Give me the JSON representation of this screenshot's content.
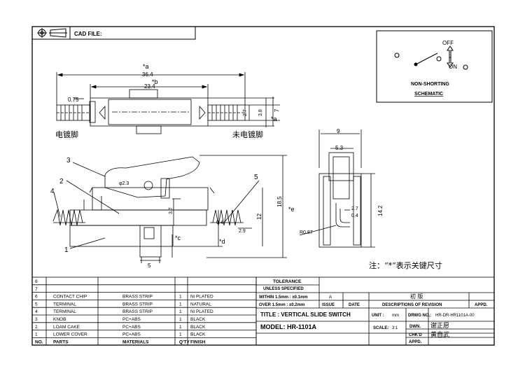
{
  "header": {
    "cad_label": "CAD FILE:"
  },
  "schematic": {
    "off": "OFF",
    "on": "ON",
    "title1": "NON-SHORTING",
    "title2": "SCHEMATIC"
  },
  "dims": {
    "a": "*a",
    "len_total": "36.4",
    "b": "*b",
    "len_b": "23.4",
    "pin": "0.75",
    "h27": "2.7",
    "h38": "3.8",
    "h7": "7",
    "a_side": "*a",
    "w9": "9",
    "w53": "5.3",
    "h142": "14.2",
    "h27b": "2.7",
    "h04": "0.4",
    "r087": "R0.87",
    "d23": "φ2.3",
    "h37": "3.7",
    "h185": "18.5",
    "h12": "12",
    "h04b": "0.4",
    "w29": "2.9",
    "w5": "5",
    "c": "*c",
    "d": "*d",
    "e": "*e"
  },
  "labels": {
    "plated_pin": "电镀脚",
    "unplated_pin": "未电镀脚",
    "note": "注：“*”表示关键尺寸"
  },
  "callouts": [
    "1",
    "2",
    "3",
    "4",
    "5"
  ],
  "bom": {
    "rows": [
      {
        "no": "8",
        "part": "",
        "material": "",
        "qty": "",
        "finish": ""
      },
      {
        "no": "7",
        "part": "",
        "material": "",
        "qty": "",
        "finish": ""
      },
      {
        "no": "6",
        "part": "CONTACT CHIP",
        "material": "BRASS STRIP",
        "qty": "1",
        "finish": "Ni PLATED"
      },
      {
        "no": "5",
        "part": "TERMINAL",
        "material": "BRASS STRIP",
        "qty": "1",
        "finish": "NATURAL"
      },
      {
        "no": "4",
        "part": "TERMINAL",
        "material": "BRASS STRIP",
        "qty": "1",
        "finish": "Ni PLATED"
      },
      {
        "no": "3",
        "part": "KNOB",
        "material": "PC+ABS",
        "qty": "1",
        "finish": "BLACK"
      },
      {
        "no": "2",
        "part": "LOAM CAKE",
        "material": "PC+ABS",
        "qty": "1",
        "finish": "BLACK"
      },
      {
        "no": "1",
        "part": "LOWER COVER",
        "material": "PC+ABS",
        "qty": "1",
        "finish": "BLACK"
      }
    ],
    "headers": {
      "no": "NO.",
      "part": "PARTS",
      "material": "MATERIALS",
      "qty": "Q'TY",
      "finish": "FINISH"
    }
  },
  "tolerance": {
    "title": "TOLERANCE",
    "sub": "UNLESS SPECIFIED",
    "l1": "WITHIN 1.5mm : ±0.1mm",
    "l2": "OVER 1.5mm : ±0.2mm",
    "issue": "ISSUE",
    "date": "DATE",
    "rev_a": "A"
  },
  "revision": {
    "first": "初  版",
    "desc": "DESCRIPTIONS OF REVISION",
    "appd": "APPD."
  },
  "title_block": {
    "title": "TITLE :  VERTICAL SLIDE SWITCH",
    "unit_label": "UNIT :",
    "unit": "mm",
    "dwg_label": "DRWG NO.:",
    "dwg": "HR-DR-HR1101A-00",
    "model": "MODEL:  HR-1101A",
    "scale_label": "SCALE:",
    "scale": "3:1",
    "dwn_label": "DWN.",
    "dwn": "谢正愿",
    "chkd_label": "CHK'D",
    "chkd": "黄自武",
    "appd_label": "APPD."
  }
}
